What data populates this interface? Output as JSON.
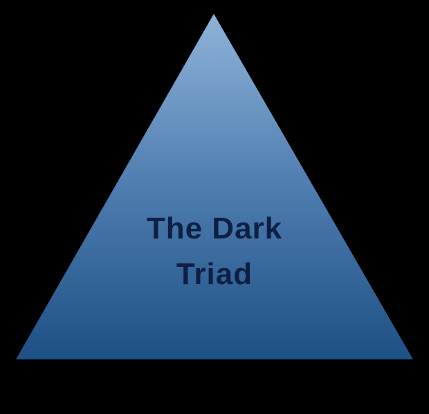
{
  "diagram": {
    "shape": "triangle",
    "title_line1": "The Dark",
    "title_line2": "Triad",
    "colors": {
      "background": "#000000",
      "gradient_top": "#8FB3D9",
      "gradient_bottom": "#1E5085",
      "text": "#0E1F45"
    }
  }
}
